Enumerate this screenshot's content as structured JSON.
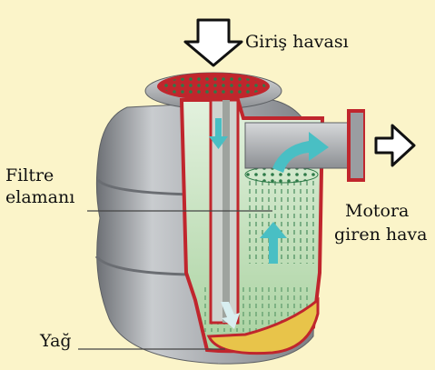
{
  "labels": {
    "inlet_air": "Giriş havası",
    "filter_element_line1": "Filtre",
    "filter_element_line2": "elamanı",
    "engine_air_line1": "Motora",
    "engine_air_line2": "giren hava",
    "oil": "Yağ"
  },
  "colors": {
    "background": "#fbf4c9",
    "housing_metal": "#a9acb0",
    "cutaway_edge": "#c0262d",
    "filter_green": "#bfe0b8",
    "flow_arrow": "#49bfc4",
    "oil": "#e8c44a"
  }
}
